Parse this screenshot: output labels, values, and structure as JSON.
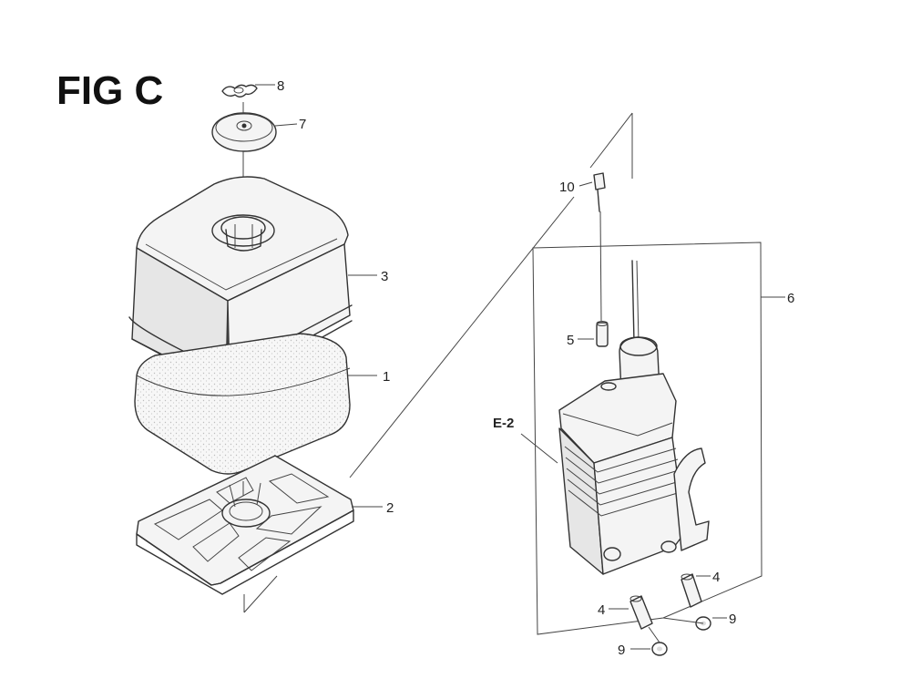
{
  "figure": {
    "title": "FIG C"
  },
  "callouts": {
    "c1": "1",
    "c2": "2",
    "c3": "3",
    "c4a": "4",
    "c4b": "4",
    "c5": "5",
    "c6": "6",
    "c7": "7",
    "c8": "8",
    "c9a": "9",
    "c9b": "9",
    "c10": "10",
    "e2": "E-2"
  }
}
